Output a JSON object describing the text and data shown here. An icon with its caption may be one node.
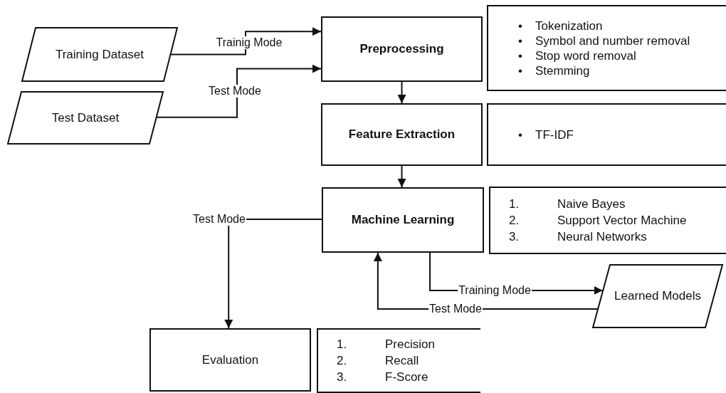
{
  "diagram": {
    "nodes": [
      {
        "text": [
          "Training Dataset"
        ]
      },
      {
        "text": [
          "Test Dataset"
        ]
      },
      {
        "text": [
          "Preprocessing"
        ]
      },
      {
        "text": [
          "Feature Extraction"
        ]
      },
      {
        "text": [
          "Machine Learning"
        ]
      },
      {
        "text": [
          "Learned Models"
        ]
      },
      {
        "text": [
          "Evaluation"
        ]
      },
      {
        "text": [
          "•",
          "Tokenization",
          "•",
          "Symbol and number removal",
          "•",
          "Stop word removal",
          "•",
          "Stemming"
        ]
      },
      {
        "text": [
          "•",
          "TF-IDF"
        ]
      },
      {
        "text": [
          "1.",
          "Naive Bayes",
          "2.",
          "Support Vector Machine",
          "3.",
          "Neural Networks"
        ]
      },
      {
        "text": [
          "1.",
          "Precision",
          "2.",
          "Recall",
          "3.",
          "F-Score"
        ]
      }
    ],
    "edges": [
      {
        "from": 0,
        "to": 2,
        "arrow": "to",
        "label": "Trainig Mode"
      },
      {
        "from": 1,
        "to": 2,
        "arrow": "to",
        "label": "Test Mode"
      },
      {
        "from": 2,
        "to": 3,
        "arrow": "to"
      },
      {
        "from": 3,
        "to": 4,
        "arrow": "to"
      },
      {
        "from": 4,
        "to": 6,
        "arrow": "to",
        "label": "Test Mode"
      },
      {
        "from": 4,
        "to": 5,
        "arrow": "to",
        "label": "Training Mode"
      },
      {
        "from": 5,
        "to": 4,
        "arrow": "to",
        "label": "Test Mode"
      }
    ]
  }
}
